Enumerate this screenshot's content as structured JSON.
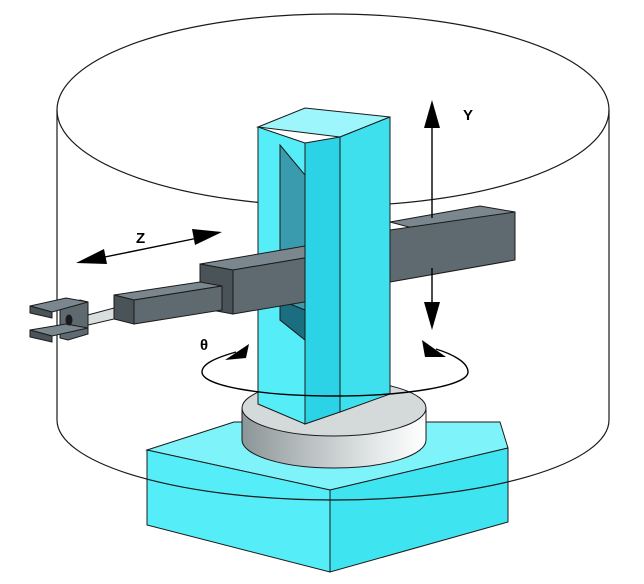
{
  "labels": {
    "y_axis": "Y",
    "z_axis": "Z",
    "theta_axis": "θ"
  },
  "colors": {
    "cyan_light": "#55EEF8",
    "cyan_mid": "#2CD2E6",
    "cyan_dark": "#1AA8C0",
    "arm_top": "#7A878E",
    "arm_front": "#5F6A70",
    "arm_side": "#4A5358",
    "base_gray": "#C9CFD0",
    "outline": "#1a1a1a"
  },
  "icons": [
    "double-arrow-y",
    "double-arrow-z",
    "rotation-arrow-theta"
  ]
}
